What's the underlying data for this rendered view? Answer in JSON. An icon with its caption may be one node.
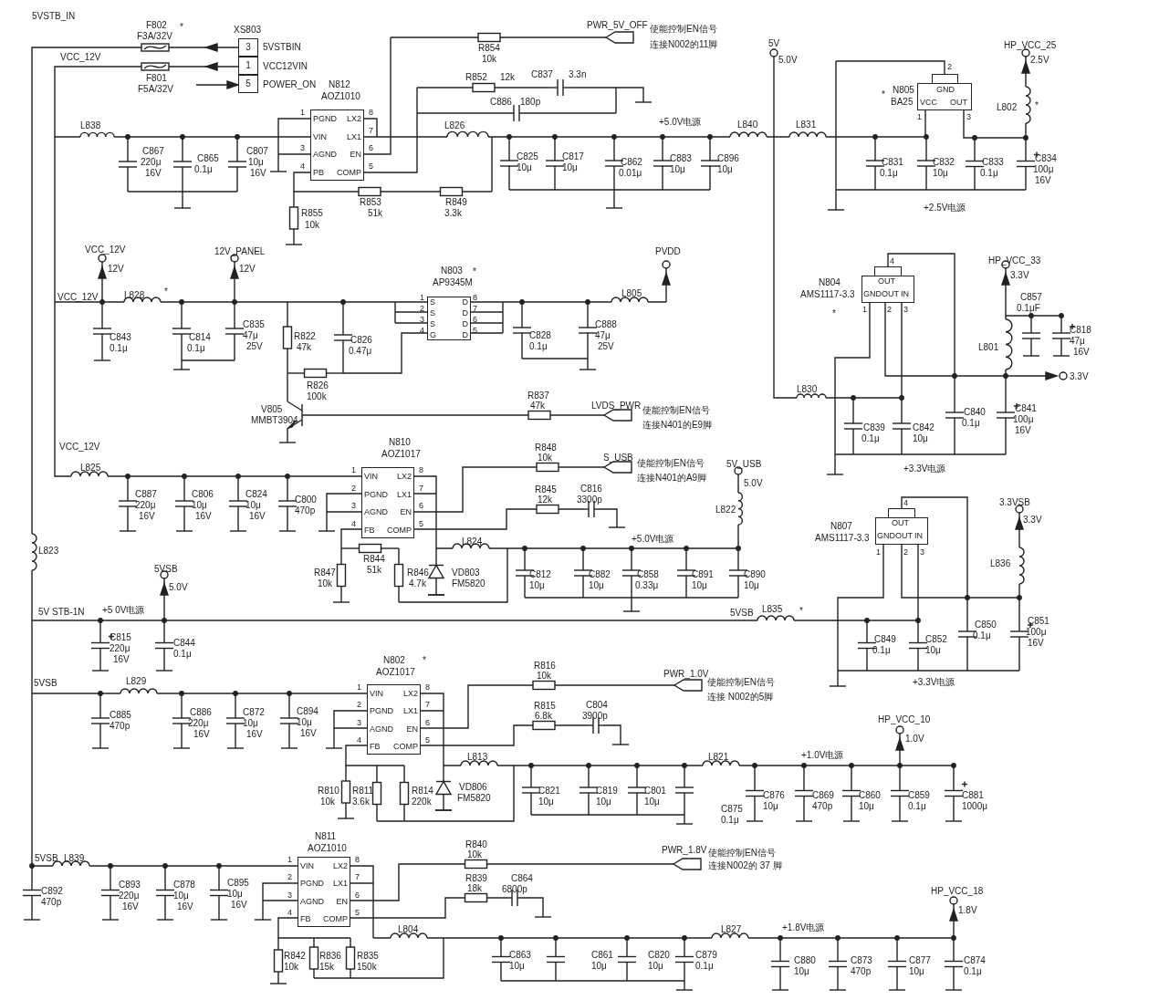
{
  "diagram": {
    "nodes": [
      {
        "text": [
          "XS803",
          "3",
          "1",
          "5"
        ],
        "beside": [
          "5VSTBIN",
          "VCC12VIN",
          "POWER_ON"
        ]
      },
      {
        "text": [
          "N812",
          "AOZ1010",
          "PGND",
          "VIN",
          "AGND",
          "PB",
          "LX2",
          "LX1",
          "EN",
          "COMP"
        ],
        "beside": [
          "1",
          "3",
          "4",
          "8",
          "7",
          "6",
          "5"
        ]
      },
      {
        "text": [
          "N805",
          "BA25",
          "GND",
          "VCC",
          "OUT"
        ],
        "beside": [
          "2",
          "1",
          "3",
          "*"
        ]
      },
      {
        "text": [
          "N803",
          "AP9345M",
          "S",
          "S",
          "S",
          "G",
          "D",
          "D",
          "D",
          "D"
        ],
        "beside": [
          "1",
          "2",
          "3",
          "4",
          "8",
          "7",
          "6",
          "5",
          "*"
        ]
      },
      {
        "text": [
          "N804",
          "AMS1117-3.3",
          "OUT",
          "GND",
          "OUT",
          "IN"
        ],
        "beside": [
          "4",
          "1",
          "2",
          "3",
          "*"
        ]
      },
      {
        "text": [
          "N810",
          "AOZ1017",
          "VIN",
          "PGND",
          "AGND",
          "FB",
          "LX2",
          "LX1",
          "EN",
          "COMP"
        ],
        "beside": [
          "1",
          "2",
          "3",
          "4",
          "8",
          "7",
          "6",
          "5"
        ]
      },
      {
        "text": [
          "N807",
          "AMS1117-3.3",
          "OUT",
          "GND",
          "OUT",
          "IN"
        ],
        "beside": [
          "4",
          "1",
          "2",
          "3"
        ]
      },
      {
        "text": [
          "N802",
          "AOZ1017",
          "VIN",
          "PGND",
          "AGND",
          "FB",
          "LX2",
          "LX1",
          "EN",
          "COMP"
        ],
        "beside": [
          "1",
          "2",
          "3",
          "4",
          "8",
          "7",
          "6",
          "5",
          "*"
        ]
      },
      {
        "text": [
          "N811",
          "AOZ1010",
          "VIN",
          "PGND",
          "AGND",
          "FB",
          "LX2",
          "LX1",
          "EN",
          "COMP"
        ],
        "beside": [
          "1",
          "2",
          "3",
          "4",
          "8",
          "7",
          "6",
          "5"
        ]
      }
    ],
    "labels": [
      "5VSTB_IN",
      "F802",
      "F3A/32V",
      "*",
      "VCC_12V",
      "F801",
      "F5A/32V",
      "R854",
      "10k",
      "PWR_5V_OFF",
      "使能控制EN信号",
      "连接N002的11脚",
      "R852",
      "12k",
      "C837",
      "3.3n",
      "C886",
      "180p",
      "L838",
      "C867",
      "220μ",
      "16V",
      "C865",
      "0.1μ",
      "C807",
      "10μ",
      "16V",
      "R855",
      "10k",
      "R853",
      "51k",
      "R849",
      "3.3k",
      "L826",
      "C825",
      "10μ",
      "C817",
      "10μ",
      "C862",
      "0.01μ",
      "C883",
      "10μ",
      "C896",
      "10μ",
      "+5.0V电源",
      "L840",
      "L831",
      "5V",
      "5.0V",
      "HP_VCC_25",
      "2.5V",
      "L802",
      "*",
      "C831",
      "0.1μ",
      "C832",
      "10μ",
      "C833",
      "0.1μ",
      "C834",
      "100μ",
      "16V",
      "+2.5V电源",
      "VCC_12V",
      "12V",
      "12V_PANEL",
      "12V",
      "VCC_12V",
      "L828",
      "*",
      "PVDD",
      "L805",
      "C843",
      "0.1μ",
      "C814",
      "0.1μ",
      "C835",
      "47μ",
      "25V",
      "R822",
      "47k",
      "C826",
      "0.47μ",
      "C828",
      "0.1μ",
      "C888",
      "47μ",
      "25V",
      "R826",
      "100k",
      "V805",
      "MMBT3904",
      "R837",
      "47k",
      "LVDS_PWR",
      "使能控制EN信号",
      "连接N401的E9脚",
      "HP_VCC_33",
      "3.3V",
      "C857",
      "0.1μF",
      "C818",
      "47μ",
      "16V",
      "L801",
      "3.3V",
      "L830",
      "C839",
      "0.1μ",
      "C842",
      "10μ",
      "C840",
      "0.1μ",
      "C841",
      "100μ",
      "16V",
      "+3.3V电源",
      "VCC_12V",
      "L825",
      "C887",
      "220μ",
      "16V",
      "C806",
      "10μ",
      "16V",
      "C824",
      "10μ",
      "16V",
      "C800",
      "470p",
      "R848",
      "10k",
      "S_USB",
      "使能控制EN信号",
      "连接N401的A9脚",
      "R845",
      "12k",
      "C816",
      "3300p",
      "5V_USB",
      "5.0V",
      "L822",
      "L824",
      "+5.0V电源",
      "R847",
      "10k",
      "R844",
      "51k",
      "R846",
      "4.7k",
      "VD803",
      "FM5820",
      "C812",
      "10μ",
      "C882",
      "10μ",
      "C858",
      "0.33μ",
      "C891",
      "10μ",
      "C890",
      "10μ",
      "L823",
      "3.3VSB",
      "3.3V",
      "L836",
      "5VSB",
      "L835",
      "*",
      "C849",
      "0.1μ",
      "C852",
      "10μ",
      "C850",
      "0.1μ",
      "C851",
      "100μ",
      "16V",
      "+3.3V电源",
      "5VSB",
      "5.0V",
      "5V STB-1N",
      "+5 0V电源",
      "C815",
      "220μ",
      "16V",
      "C844",
      "0.1μ",
      "5VSB",
      "L829",
      "C885",
      "470p",
      "C886",
      "220μ",
      "16V",
      "C872",
      "10μ",
      "16V",
      "C894",
      "10μ",
      "16V",
      "R816",
      "10k",
      "PWR_1.0V",
      "使能控制EN信号",
      "连接 N002的5脚",
      "R815",
      "6.8k",
      "C804",
      "3900p",
      "L813",
      "L821",
      "+1.0V电源",
      "HP_VCC_10",
      "1.0V",
      "R810",
      "10k",
      "R811",
      "3.6k",
      "R814",
      "220k",
      "VD806",
      "FM5820",
      "C821",
      "10μ",
      "C819",
      "10μ",
      "C801",
      "10μ",
      "C875",
      "0.1μ",
      "C876",
      "10μ",
      "C869",
      "470p",
      "C860",
      "10μ",
      "C859",
      "0.1μ",
      "C881",
      "1000μ",
      "5VSB",
      "L839",
      "C892",
      "470p",
      "C893",
      "220μ",
      "16V",
      "C878",
      "10μ",
      "16V",
      "C895",
      "10μ",
      "16V",
      "R840",
      "10k",
      "PWR_1.8V",
      "使能控制EN信号",
      "连接N002的 37 脚",
      "R839",
      "18k",
      "C864",
      "6800p",
      "L804",
      "L827",
      "+1.8V电源",
      "HP_VCC_18",
      "1.8V",
      "R842",
      "10k",
      "R836",
      "15k",
      "R835",
      "150k",
      "C863",
      "10μ",
      "C861",
      "10μ",
      "C820",
      "10μ",
      "C879",
      "0.1μ",
      "C880",
      "10μ",
      "C873",
      "470p",
      "C877",
      "10μ",
      "C874",
      "0.1μ"
    ]
  }
}
